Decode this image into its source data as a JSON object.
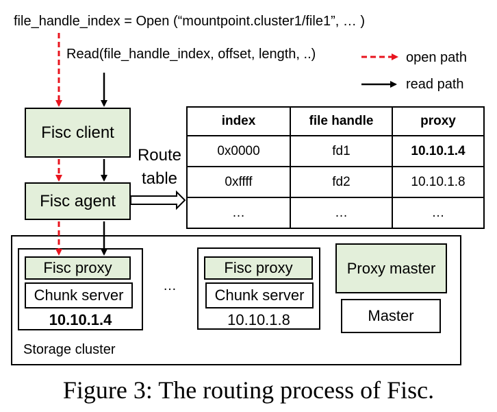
{
  "header": {
    "open_call": "file_handle_index = Open (“mountpoint.cluster1/file1”, … )",
    "read_call": "Read(file_handle_index, offset, length, ..)"
  },
  "legend": {
    "open_path": "open path",
    "read_path": "read path",
    "open_color": "#e8141e",
    "read_color": "#000000"
  },
  "client": {
    "label": "Fisc client"
  },
  "agent": {
    "label": "Fisc agent"
  },
  "route_table": {
    "label_line1": "Route",
    "label_line2": "table",
    "columns": [
      "index",
      "file handle",
      "proxy"
    ],
    "rows": [
      [
        "0x0000",
        "fd1",
        "10.10.1.4"
      ],
      [
        "0xffff",
        "fd2",
        "10.10.1.8"
      ],
      [
        "…",
        "…",
        "…"
      ]
    ]
  },
  "cluster": {
    "label": "Storage cluster",
    "ellipsis": "…",
    "node1": {
      "proxy": "Fisc proxy",
      "chunk": "Chunk server",
      "ip": "10.10.1.4"
    },
    "node2": {
      "proxy": "Fisc proxy",
      "chunk": "Chunk server",
      "ip": "10.10.1.8"
    },
    "proxy_master": "Proxy master",
    "master": "Master"
  },
  "caption": "Figure 3: The routing process of Fisc."
}
